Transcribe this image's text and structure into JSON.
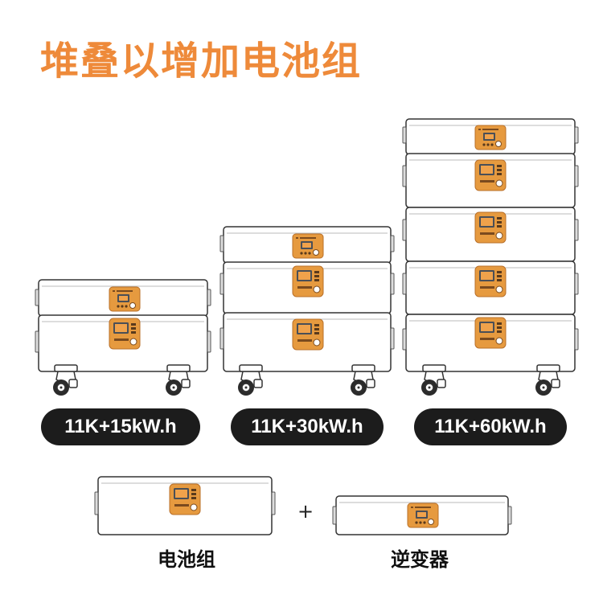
{
  "title": "堆叠以增加电池组",
  "configs": [
    {
      "label": "11K+15kW.h"
    },
    {
      "label": "11K+30kW.h"
    },
    {
      "label": "11K+60kW.h"
    }
  ],
  "components": {
    "battery_label": "电池组",
    "plus": "+",
    "inverter_label": "逆变器"
  },
  "colors": {
    "accent": "#ee8a3a",
    "panel_orange": "#e69a3f",
    "pill_bg": "#1c1c1c",
    "screen": "#f0a24b"
  }
}
